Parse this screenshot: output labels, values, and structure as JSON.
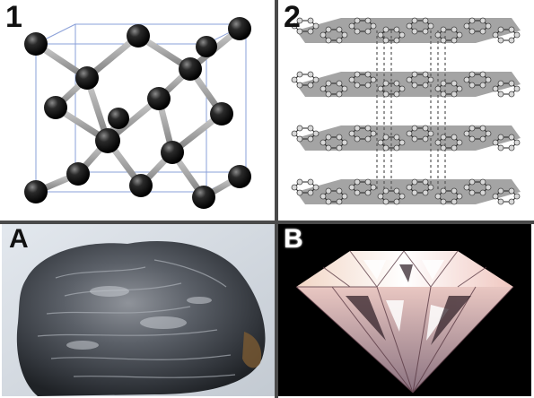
{
  "panels": [
    {
      "label": "1"
    },
    {
      "label": "2"
    },
    {
      "label": "A"
    },
    {
      "label": "B"
    }
  ]
}
